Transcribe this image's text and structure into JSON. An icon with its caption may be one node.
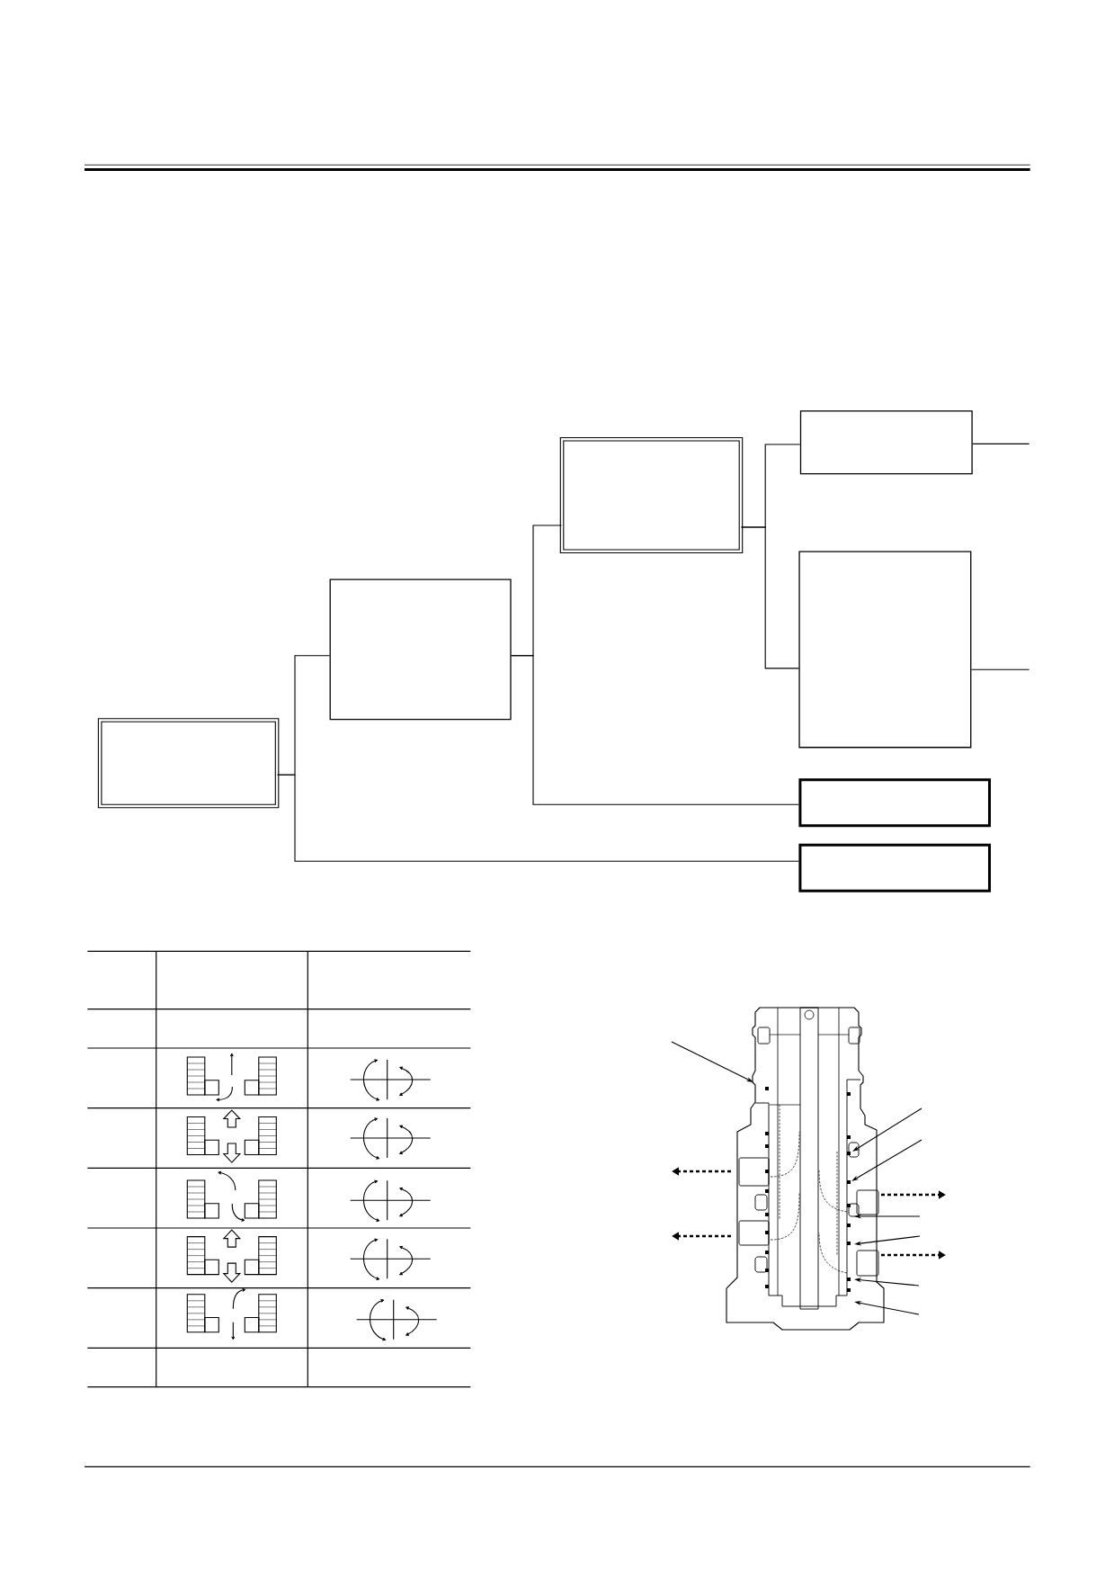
{
  "diagram": {
    "nodes": [
      {
        "text": [],
        "shape": "box"
      },
      {
        "text": [],
        "shape": "box"
      },
      {
        "text": [],
        "shape": "box"
      },
      {
        "text": [],
        "shape": "box"
      },
      {
        "text": [],
        "shape": "box"
      },
      {
        "text": [],
        "shape": "box"
      },
      {
        "text": [],
        "shape": "box"
      }
    ],
    "edges": [
      {
        "from": 0,
        "to": 1,
        "arrow": "none"
      },
      {
        "from": 0,
        "to": 6,
        "arrow": "none"
      },
      {
        "from": 1,
        "to": 2,
        "arrow": "none"
      },
      {
        "from": 1,
        "to": 5,
        "arrow": "none"
      },
      {
        "from": 2,
        "to": 3,
        "arrow": "none"
      },
      {
        "from": 2,
        "to": 4,
        "arrow": "none"
      },
      {
        "from": 3,
        "to": null,
        "arrow": "none"
      },
      {
        "from": 4,
        "to": null,
        "arrow": "none"
      }
    ]
  }
}
